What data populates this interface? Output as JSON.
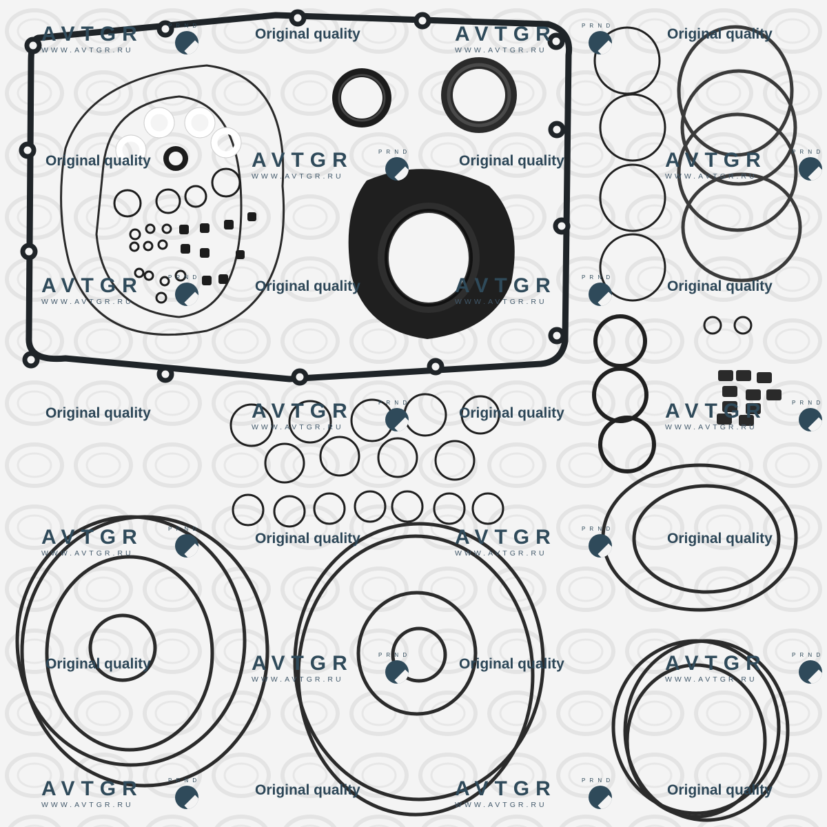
{
  "watermark": {
    "brand": "AVTGR",
    "url": "WWW.AVTGR.RU",
    "badge_letters": "P R N D",
    "quality_text": "Original quality",
    "brand_color": "#2f4a5a"
  },
  "colors": {
    "background": "#f4f4f4",
    "seal_black": "#1c1c1c",
    "ring_gray": "#3a3a3a",
    "white_ring": "#ffffff"
  }
}
